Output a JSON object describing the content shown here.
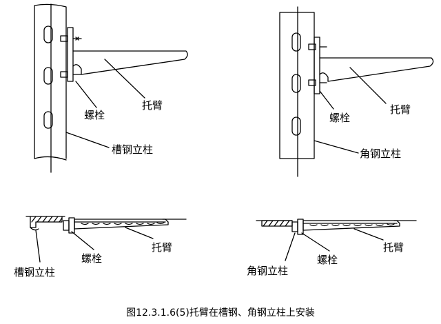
{
  "labels": {
    "top_left": {
      "bolt": "螺栓",
      "bracket": "托臂",
      "column": "槽钢立柱"
    },
    "top_right": {
      "bolt": "螺栓",
      "bracket": "托臂",
      "column": "角钢立柱"
    },
    "bottom_left": {
      "bolt": "螺栓",
      "bracket": "托臂",
      "column": "槽钢立柱"
    },
    "bottom_right": {
      "bolt": "螺栓",
      "bracket": "托臂",
      "column": "角钢立柱"
    }
  },
  "caption": "图12.3.1.6(5)托臂在槽钢、角钢立柱上安装"
}
